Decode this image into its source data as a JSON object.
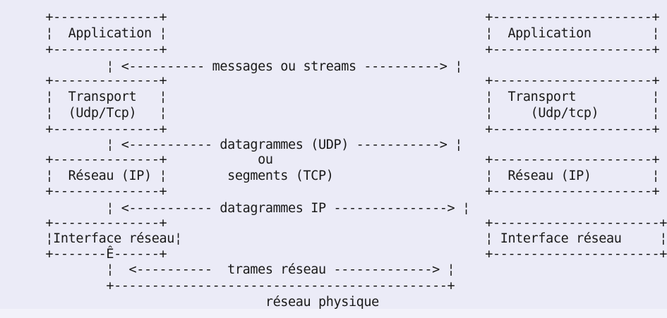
{
  "diagram_lines": [
    "      +--------------+                                          +---------------------+",
    "      ¦  Application ¦                                          ¦  Application        ¦",
    "      +--------------+                                          +---------------------+",
    "              ¦ <---------- messages ou streams ----------> ¦",
    "      +--------------+                                          +---------------------+",
    "      ¦  Transport   ¦                                          ¦  Transport          ¦",
    "      ¦  (Udp/Tcp)   ¦                                          ¦     (Udp/tcp)       ¦",
    "      +--------------+                                          +---------------------+",
    "              ¦ <----------- datagrammes (UDP) -----------> ¦",
    "      +--------------+            ou                            +---------------------+",
    "      ¦  Réseau (IP) ¦        segments (TCP)                    ¦  Réseau (IP)        ¦",
    "      +--------------+                                          +---------------------+",
    "              ¦ <----------- datagrammes IP ---------------> ¦",
    "      +--------------+                                          +----------------------+",
    "      ¦Interface réseau¦                                        ¦ Interface réseau     ¦",
    "      +-------Ê------+                                          +----------------------+",
    "              ¦  <----------  trames réseau -------------> ¦",
    "              +--------------------------------------------+",
    "                                   réseau physique"
  ]
}
